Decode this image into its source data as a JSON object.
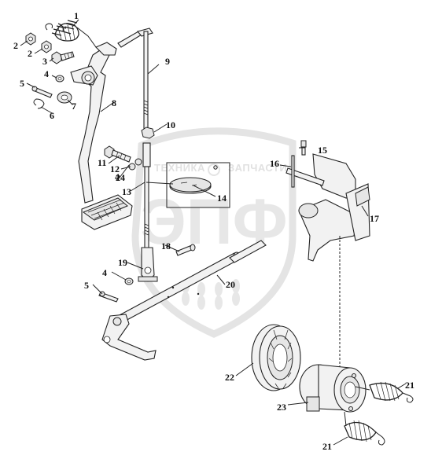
{
  "watermark": {
    "line1": "ТЕХНИКА",
    "line2": "ЗАПЧАСТИ",
    "logo": "ЭПФ",
    "color": "#d9d9d9"
  },
  "callouts": [
    {
      "id": "c1",
      "text": "1"
    },
    {
      "id": "c2a",
      "text": "2"
    },
    {
      "id": "c2b",
      "text": "2"
    },
    {
      "id": "c3",
      "text": "3"
    },
    {
      "id": "c4a",
      "text": "4"
    },
    {
      "id": "c5a",
      "text": "5"
    },
    {
      "id": "c6",
      "text": "6"
    },
    {
      "id": "c7",
      "text": "7"
    },
    {
      "id": "c8",
      "text": "8"
    },
    {
      "id": "c9",
      "text": "9"
    },
    {
      "id": "c10",
      "text": "10"
    },
    {
      "id": "c11",
      "text": "11"
    },
    {
      "id": "c12",
      "text": "12"
    },
    {
      "id": "c4b",
      "text": "4"
    },
    {
      "id": "c24",
      "text": "24"
    },
    {
      "id": "c13",
      "text": "13"
    },
    {
      "id": "c14",
      "text": "14"
    },
    {
      "id": "c15",
      "text": "15"
    },
    {
      "id": "c16",
      "text": "16"
    },
    {
      "id": "c17",
      "text": "17"
    },
    {
      "id": "c18",
      "text": "18"
    },
    {
      "id": "c19",
      "text": "19"
    },
    {
      "id": "c4c",
      "text": "4"
    },
    {
      "id": "c5b",
      "text": "5"
    },
    {
      "id": "c20",
      "text": "20"
    },
    {
      "id": "c22",
      "text": "22"
    },
    {
      "id": "c21a",
      "text": "21"
    },
    {
      "id": "c23",
      "text": "23"
    },
    {
      "id": "c21b",
      "text": "21"
    }
  ]
}
